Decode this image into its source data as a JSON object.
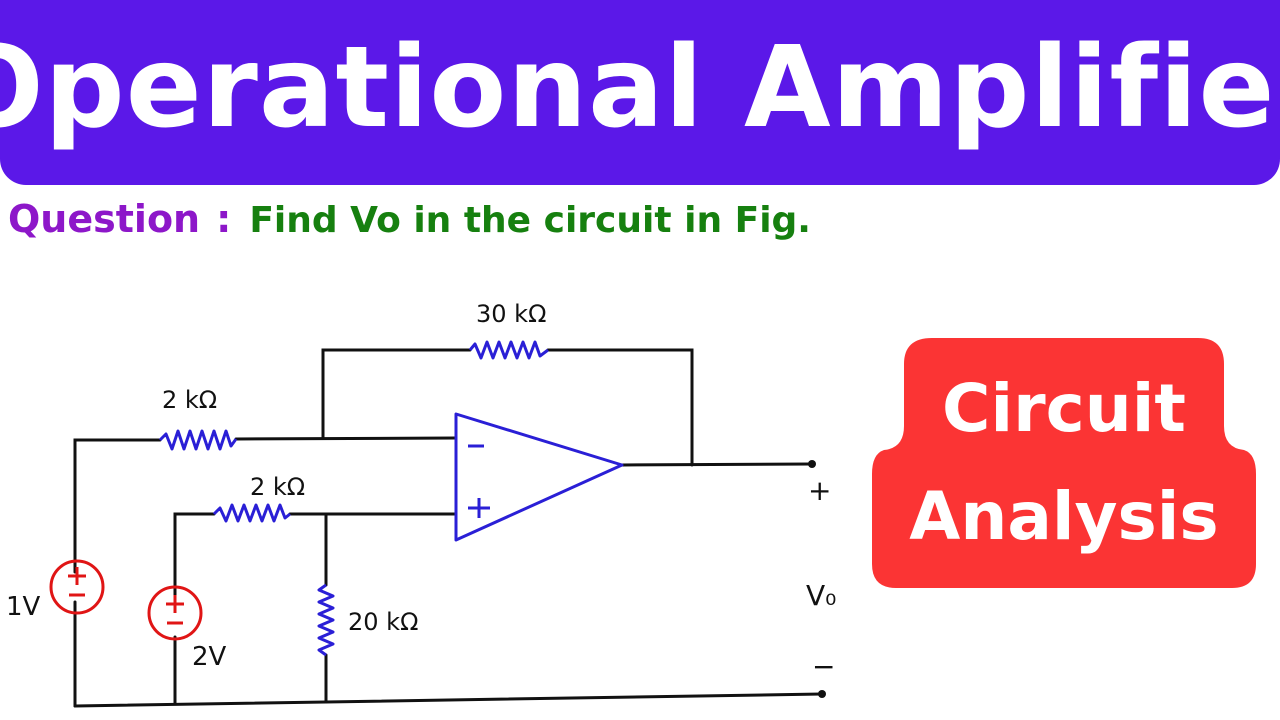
{
  "banner": {
    "title": "Operational Amplifier",
    "color": "#5b18e8"
  },
  "question": {
    "label": "Question",
    "separator": ":",
    "text": "Find Vo in the circuit in Fig.",
    "label_color": "#8d17c9",
    "text_color": "#16800f"
  },
  "badge": {
    "line1": "Circuit",
    "line2": "Analysis",
    "color": "#fb3434"
  },
  "circuit": {
    "resistors": [
      {
        "id": "feedback",
        "label": "30 kΩ"
      },
      {
        "id": "input-top",
        "label": "2 kΩ"
      },
      {
        "id": "input-bottom",
        "label": "2 kΩ"
      },
      {
        "id": "shunt",
        "label": "20 kΩ"
      }
    ],
    "sources": [
      {
        "id": "source-1",
        "label": "1V",
        "symbol": "±"
      },
      {
        "id": "source-2",
        "label": "2V",
        "symbol": "±"
      }
    ],
    "opamp": {
      "inverting": "−",
      "non_inverting": "+"
    },
    "output": {
      "plus": "+",
      "label": "V₀",
      "minus": "−"
    },
    "colors": {
      "wire": "#111111",
      "component": "#2a1fd6",
      "source": "#e01515"
    }
  }
}
